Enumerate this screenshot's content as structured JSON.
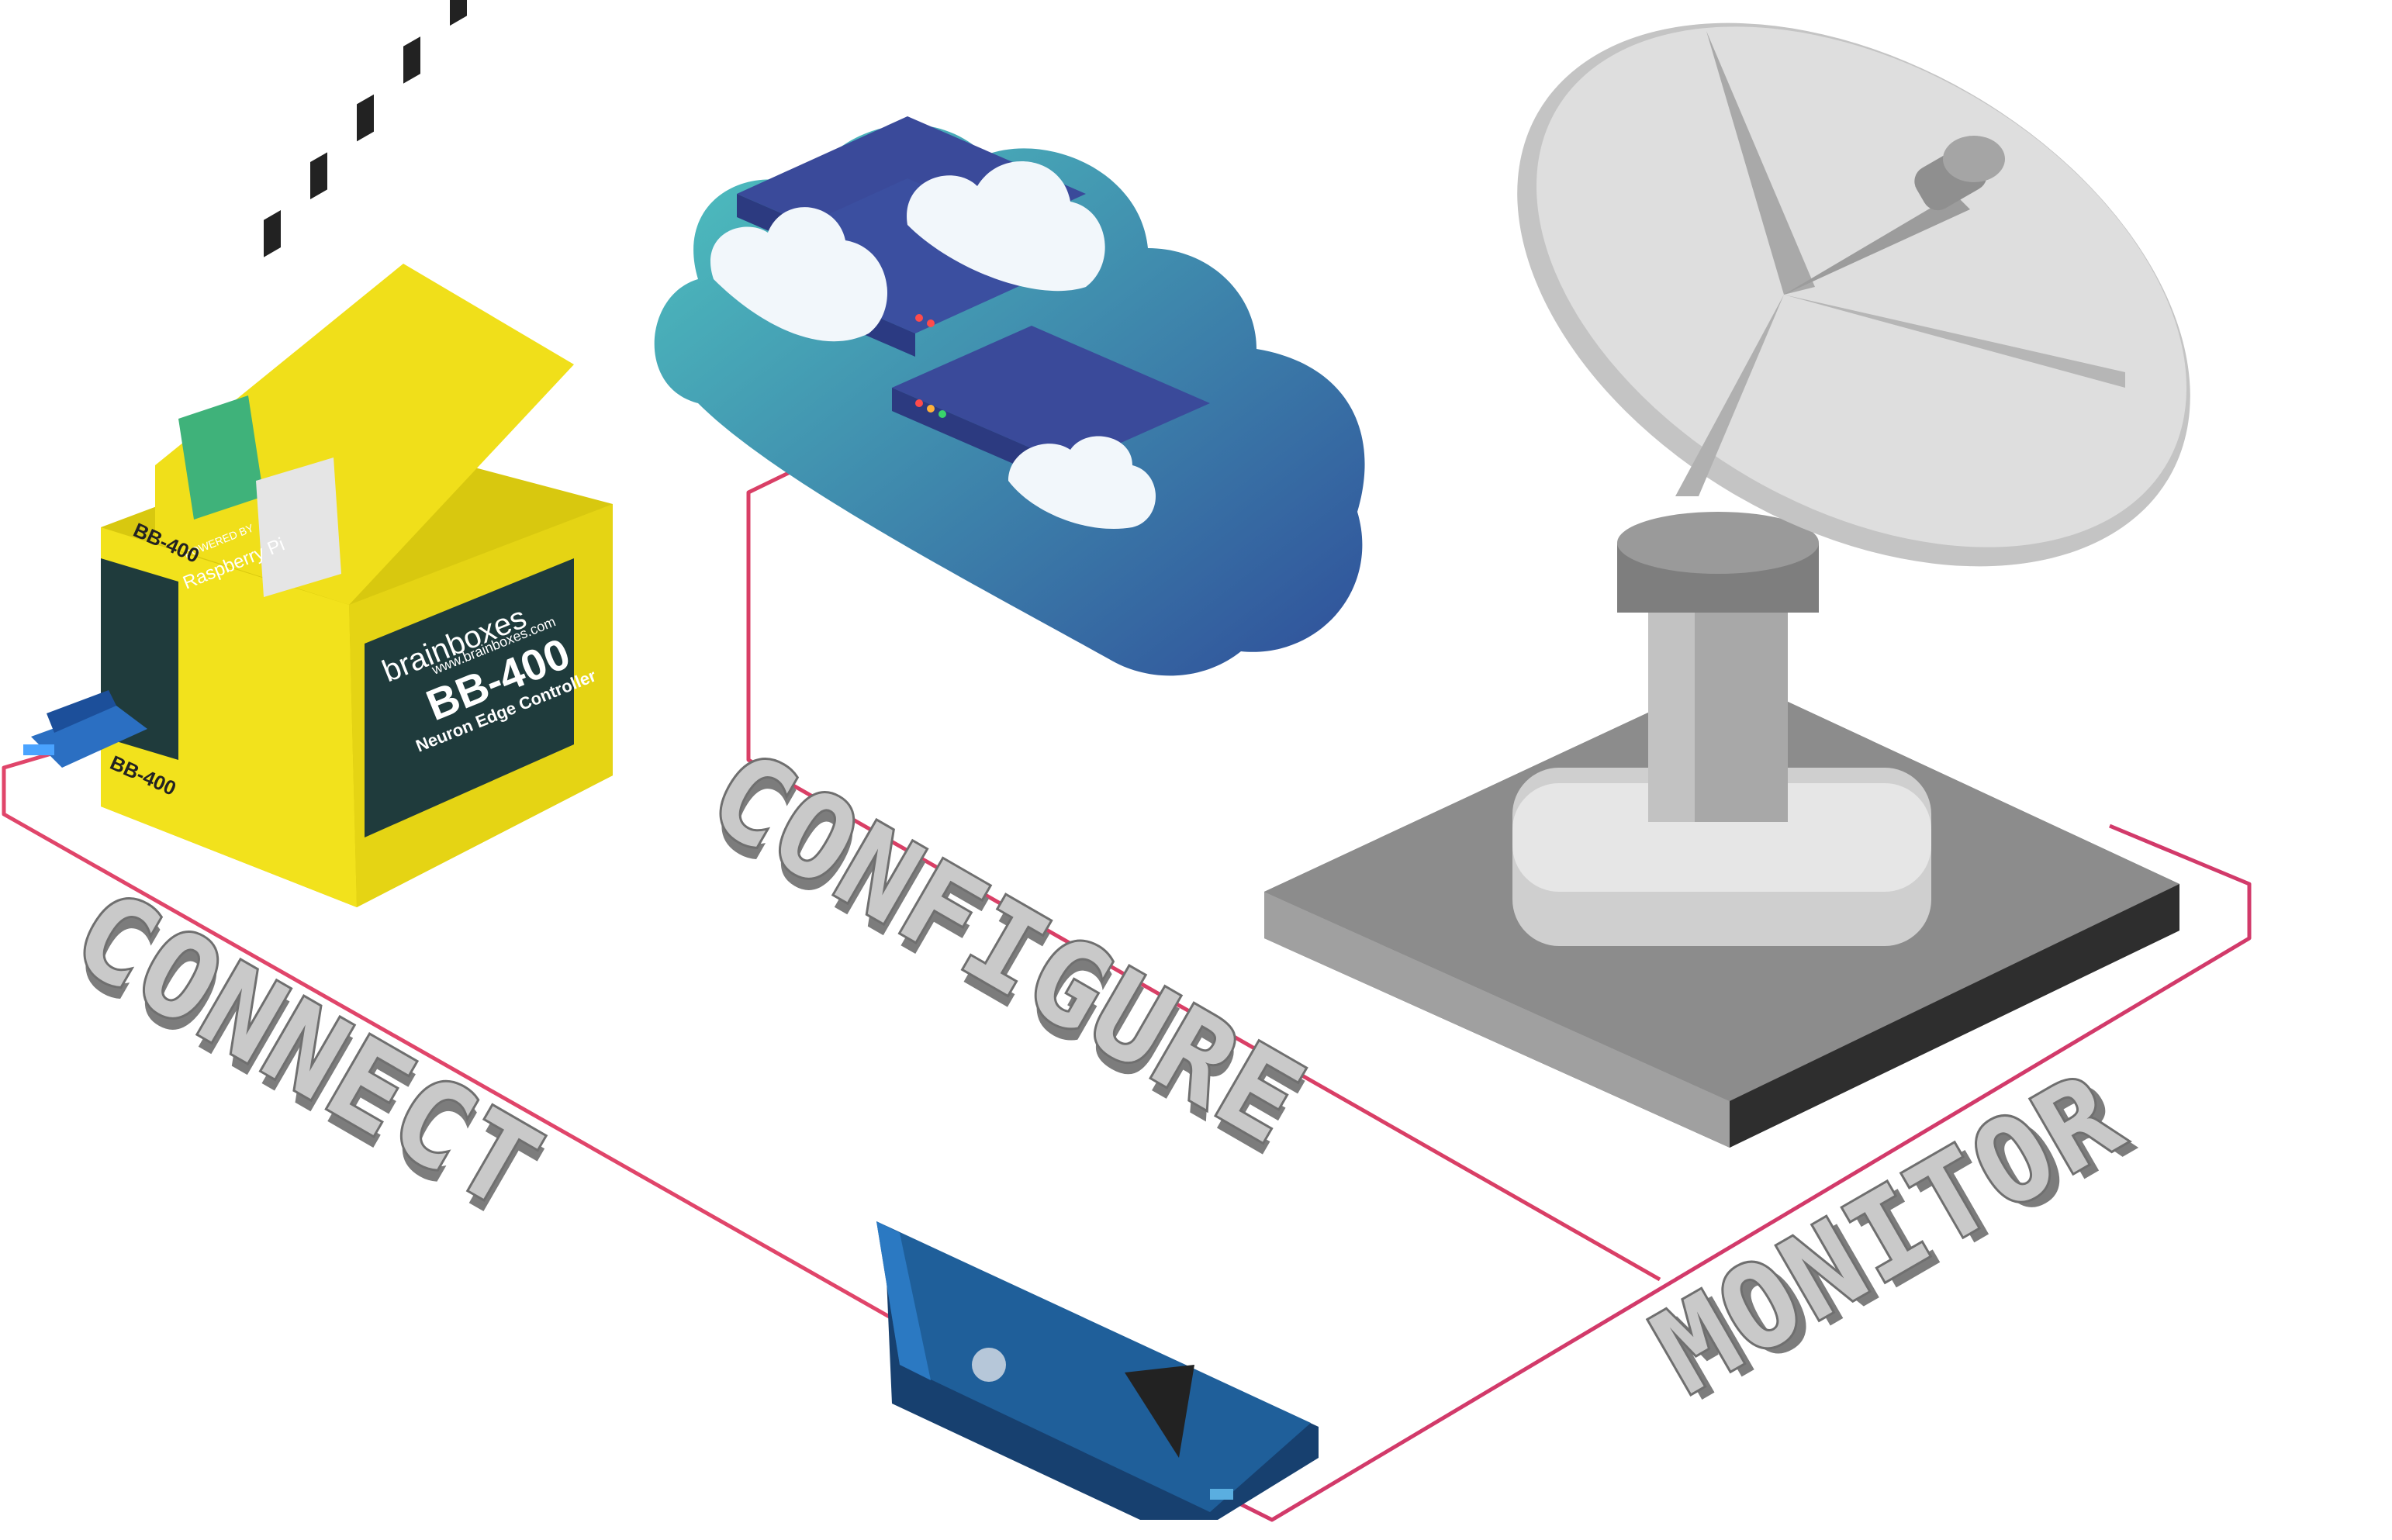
{
  "device": {
    "brand": "brainboxes",
    "website": "www.brainboxes.com",
    "model": "BB-400",
    "subtitle": "Neuron Edge Controller",
    "powered_by": "POWERED BY",
    "raspberry": "Raspberry Pi",
    "side_label": "BB-400",
    "front_label": "BB-400"
  },
  "steps": {
    "connect": "CONNECT",
    "configure": "CONFIGURE",
    "monitor": "MONITOR"
  },
  "colors": {
    "cable": "#e0456a",
    "device_yellow": "#f2e21c",
    "device_panel": "#1f3b3c",
    "cloud_top": "#4fc4c0",
    "cloud_bottom": "#2f4f9a",
    "laptop": "#1f5f9a",
    "dish": "#d8d8d8",
    "base": "#5a5a5a"
  },
  "icons": [
    "device-icon",
    "cloud-server-icon",
    "satellite-dish-icon",
    "laptop-icon",
    "ethernet-plug-icon"
  ]
}
